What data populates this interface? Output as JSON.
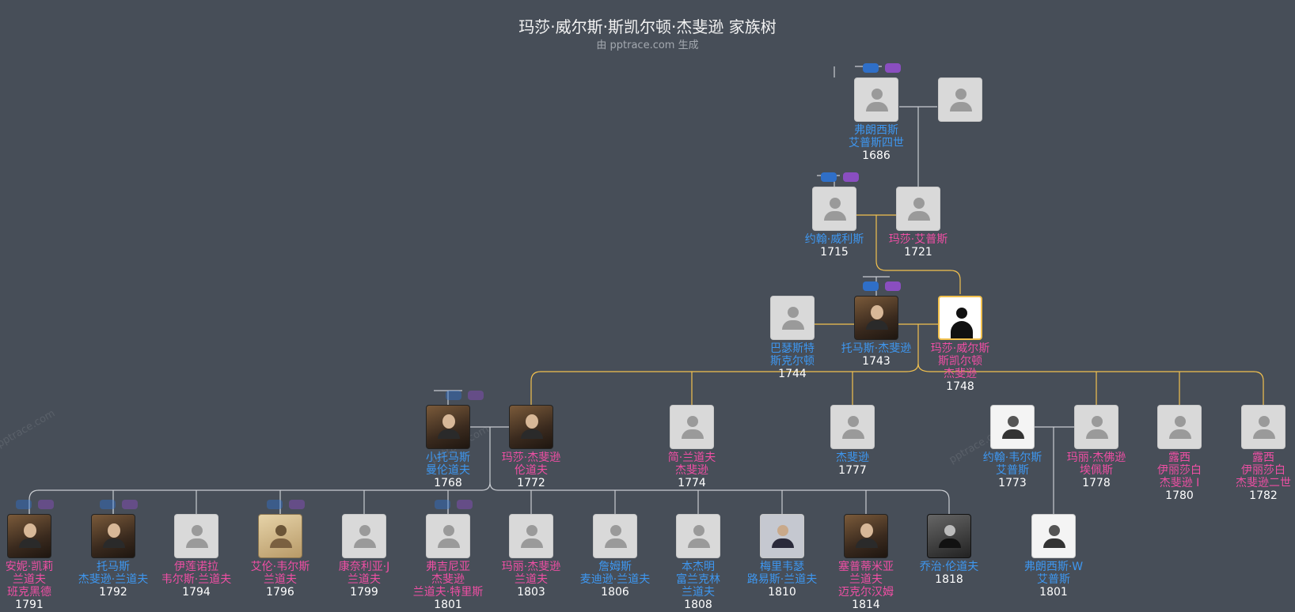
{
  "header": {
    "title": "玛莎·威尔斯·斯凯尔顿·杰斐逊 家族树",
    "subtitle": "由 pptrace.com 生成"
  },
  "colors": {
    "background": "#474e58",
    "male": "#3e97f0",
    "female": "#ef4fa4",
    "highlight_link": "#f2c14e",
    "link": "#c9ccd1"
  },
  "watermark": "pptrace.com",
  "people": [
    {
      "id": "p1",
      "name_lines": [
        "弗朗西斯",
        "艾普斯四世"
      ],
      "year": "1686",
      "gender": "m",
      "photo": "placeholder-avatar"
    },
    {
      "id": "p2",
      "name_lines": [],
      "year": "",
      "gender": "f",
      "photo": "placeholder-avatar"
    },
    {
      "id": "p3",
      "name_lines": [
        "约翰·威利斯"
      ],
      "year": "1715",
      "gender": "m",
      "photo": "placeholder-avatar"
    },
    {
      "id": "p4",
      "name_lines": [
        "玛莎·艾普斯"
      ],
      "year": "1721",
      "gender": "f",
      "photo": "placeholder-avatar"
    },
    {
      "id": "p5",
      "name_lines": [
        "巴瑟斯特",
        "斯克尔顿"
      ],
      "year": "1744",
      "gender": "m",
      "photo": "placeholder-avatar"
    },
    {
      "id": "p6",
      "name_lines": [
        "托马斯·杰斐逊"
      ],
      "year": "1743",
      "gender": "m",
      "photo": "portrait"
    },
    {
      "id": "p7",
      "name_lines": [
        "玛莎·威尔斯",
        "斯凯尔顿",
        "杰斐逊"
      ],
      "year": "1748",
      "gender": "f",
      "photo": "silhouette"
    },
    {
      "id": "p8",
      "name_lines": [
        "小托马斯",
        "曼伦道夫"
      ],
      "year": "1768",
      "gender": "m",
      "photo": "portrait"
    },
    {
      "id": "p9",
      "name_lines": [
        "玛莎·杰斐逊",
        "伦道夫"
      ],
      "year": "1772",
      "gender": "f",
      "photo": "portrait"
    },
    {
      "id": "p10",
      "name_lines": [
        "简·兰道夫",
        "杰斐逊"
      ],
      "year": "1774",
      "gender": "f",
      "photo": "placeholder-avatar"
    },
    {
      "id": "p11",
      "name_lines": [
        "杰斐逊"
      ],
      "year": "1777",
      "gender": "m",
      "photo": "placeholder-avatar"
    },
    {
      "id": "p12",
      "name_lines": [
        "约翰·韦尔斯",
        "艾普斯"
      ],
      "year": "1773",
      "gender": "m",
      "photo": "sketch"
    },
    {
      "id": "p13",
      "name_lines": [
        "玛丽·杰佛逊",
        "埃佩斯"
      ],
      "year": "1778",
      "gender": "f",
      "photo": "placeholder-avatar"
    },
    {
      "id": "p14",
      "name_lines": [
        "露西",
        "伊丽莎白",
        "杰斐逊 I"
      ],
      "year": "1780",
      "gender": "f",
      "photo": "placeholder-avatar"
    },
    {
      "id": "p15",
      "name_lines": [
        "露西",
        "伊丽莎白",
        "杰斐逊二世"
      ],
      "year": "1782",
      "gender": "f",
      "photo": "placeholder-avatar"
    },
    {
      "id": "p16",
      "name_lines": [
        "安妮·凯莉",
        "兰道夫",
        "班克黑德"
      ],
      "year": "1791",
      "gender": "f",
      "photo": "portrait"
    },
    {
      "id": "p17",
      "name_lines": [
        "托马斯",
        "杰斐逊·兰道夫"
      ],
      "year": "1792",
      "gender": "m",
      "photo": "portrait"
    },
    {
      "id": "p18",
      "name_lines": [
        "伊莲诺拉",
        "韦尔斯·兰道夫"
      ],
      "year": "1794",
      "gender": "f",
      "photo": "placeholder-avatar"
    },
    {
      "id": "p19",
      "name_lines": [
        "艾伦·韦尔斯",
        "兰道夫"
      ],
      "year": "1796",
      "gender": "f",
      "photo": "sepia"
    },
    {
      "id": "p20",
      "name_lines": [
        "康奈利亚·J",
        "兰道夫"
      ],
      "year": "1799",
      "gender": "f",
      "photo": "placeholder-avatar"
    },
    {
      "id": "p21",
      "name_lines": [
        "弗吉尼亚",
        "杰斐逊",
        "兰道夫·特里斯"
      ],
      "year": "1801",
      "gender": "f",
      "photo": "placeholder-avatar"
    },
    {
      "id": "p22",
      "name_lines": [
        "玛丽·杰斐逊",
        "兰道夫"
      ],
      "year": "1803",
      "gender": "f",
      "photo": "placeholder-avatar"
    },
    {
      "id": "p23",
      "name_lines": [
        "詹姆斯",
        "麦迪逊·兰道夫"
      ],
      "year": "1806",
      "gender": "m",
      "photo": "placeholder-avatar"
    },
    {
      "id": "p24",
      "name_lines": [
        "本杰明",
        "富兰克林",
        "兰道夫"
      ],
      "year": "1808",
      "gender": "m",
      "photo": "placeholder-avatar"
    },
    {
      "id": "p25",
      "name_lines": [
        "梅里韦瑟",
        "路易斯·兰道夫"
      ],
      "year": "1810",
      "gender": "m",
      "photo": "oval"
    },
    {
      "id": "p26",
      "name_lines": [
        "塞普蒂米亚",
        "兰道夫",
        "迈克尔汉姆"
      ],
      "year": "1814",
      "gender": "f",
      "photo": "portrait"
    },
    {
      "id": "p27",
      "name_lines": [
        "乔治·伦道夫"
      ],
      "year": "1818",
      "gender": "m",
      "photo": "bw"
    },
    {
      "id": "p28",
      "name_lines": [
        "弗朗西斯·W",
        "艾普斯"
      ],
      "year": "1801",
      "gender": "m",
      "photo": "sketch"
    }
  ]
}
